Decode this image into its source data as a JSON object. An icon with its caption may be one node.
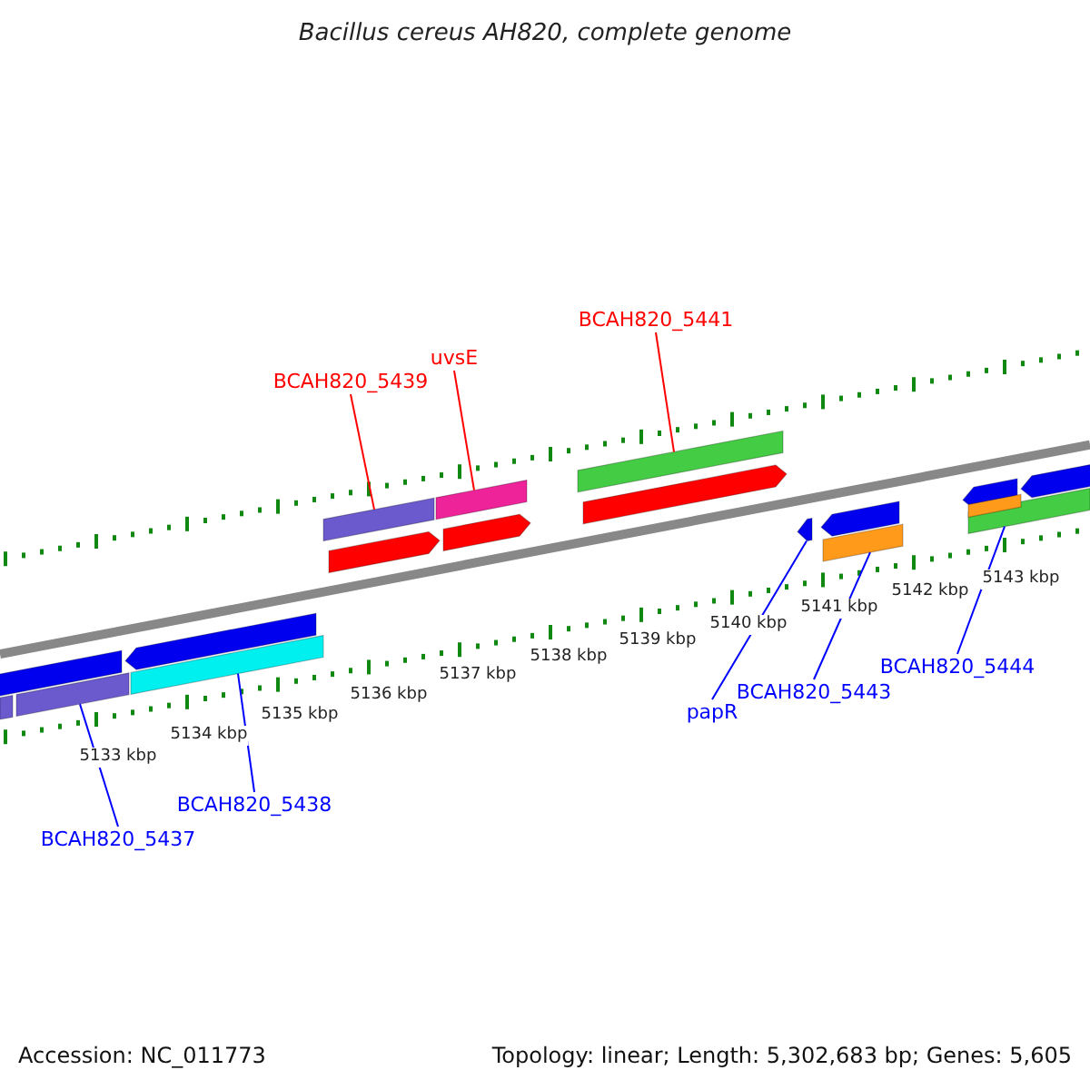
{
  "diagram": {
    "title": "Bacillus cereus AH820, complete genome",
    "nodes": [
      {
        "text": [
          "BCAH820_5441"
        ]
      },
      {
        "text": [],
        "shape": "bar"
      },
      {
        "text": [
          "uvsE"
        ]
      },
      {
        "text": [],
        "shape": "bar"
      },
      {
        "text": [
          "BCAH820_5439"
        ]
      },
      {
        "text": [],
        "shape": "bar"
      },
      {
        "text": [
          "BCAH820_5444"
        ]
      },
      {
        "text": [],
        "shape": "bar"
      },
      {
        "text": [
          "BCAH820_5443"
        ]
      },
      {
        "text": [],
        "shape": "bar"
      },
      {
        "text": [
          "papR"
        ]
      },
      {
        "text": [],
        "shape": "bar"
      },
      {
        "text": [
          "BCAH820_5438"
        ]
      },
      {
        "text": [],
        "shape": "bar"
      },
      {
        "text": [
          "BCAH820_5437"
        ]
      },
      {
        "text": [],
        "shape": "bar"
      },
      {
        "text": [],
        "shape": "bar"
      },
      {
        "text": [],
        "shape": "bar"
      },
      {
        "text": [],
        "shape": "bar"
      },
      {
        "text": [],
        "shape": "bar"
      },
      {
        "text": [],
        "shape": "bar"
      },
      {
        "text": [],
        "shape": "bar"
      },
      {
        "text": [],
        "shape": "bar"
      },
      {
        "text": [],
        "shape": "bar"
      },
      {
        "text": [],
        "shape": "bar"
      },
      {
        "text": [],
        "shape": "bar"
      }
    ],
    "edges": [
      {
        "from": 0,
        "to": 1,
        "arrow": "none",
        "color": "#ff0000"
      },
      {
        "from": 2,
        "to": 3,
        "arrow": "none",
        "color": "#ff0000"
      },
      {
        "from": 4,
        "to": 5,
        "arrow": "none",
        "color": "#ff0000"
      },
      {
        "from": 6,
        "to": 7,
        "arrow": "none"
      },
      {
        "from": 8,
        "to": 9,
        "arrow": "none"
      },
      {
        "from": 10,
        "to": 11,
        "arrow": "none"
      },
      {
        "from": 12,
        "to": 13,
        "arrow": "none"
      },
      {
        "from": 14,
        "to": 15,
        "arrow": "none"
      }
    ],
    "labels": [
      "5133 kbp",
      "5134 kbp",
      "5135 kbp",
      "5136 kbp",
      "5137 kbp",
      "5138 kbp",
      "5139 kbp",
      "5140 kbp",
      "5141 kbp",
      "5142 kbp",
      "5143 kbp",
      "Accession: NC_011773",
      "Topology: linear; Length: 5,302,683 bp; Genes: 5,605"
    ]
  }
}
